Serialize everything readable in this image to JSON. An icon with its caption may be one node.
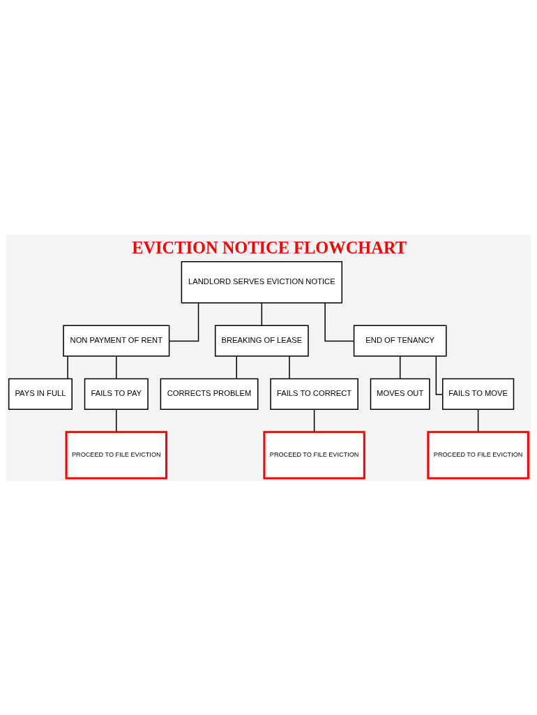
{
  "diagram": {
    "title": "EVICTION NOTICE FLOWCHART",
    "nodes": [
      {
        "text": [
          "LANDLORD SERVES EVICTION NOTICE"
        ]
      },
      {
        "text": [
          "NON PAYMENT OF RENT"
        ]
      },
      {
        "text": [
          "BREAKING OF LEASE"
        ]
      },
      {
        "text": [
          "END OF TENANCY"
        ]
      },
      {
        "text": [
          "PAYS IN FULL"
        ]
      },
      {
        "text": [
          "FAILS TO PAY"
        ]
      },
      {
        "text": [
          "CORRECTS PROBLEM"
        ]
      },
      {
        "text": [
          "FAILS TO CORRECT"
        ]
      },
      {
        "text": [
          "MOVES OUT"
        ]
      },
      {
        "text": [
          "FAILS TO MOVE"
        ]
      },
      {
        "text": [
          "PROCEED TO FILE EVICTION"
        ]
      },
      {
        "text": [
          "PROCEED TO FILE EVICTION"
        ]
      },
      {
        "text": [
          "PROCEED TO FILE EVICTION"
        ]
      }
    ],
    "edges": [
      {
        "from": 0,
        "to": 1,
        "arrow": "none"
      },
      {
        "from": 0,
        "to": 2,
        "arrow": "none"
      },
      {
        "from": 0,
        "to": 3,
        "arrow": "none"
      },
      {
        "from": 1,
        "to": 4,
        "arrow": "none"
      },
      {
        "from": 1,
        "to": 5,
        "arrow": "none"
      },
      {
        "from": 2,
        "to": 6,
        "arrow": "none"
      },
      {
        "from": 2,
        "to": 7,
        "arrow": "none"
      },
      {
        "from": 3,
        "to": 8,
        "arrow": "none"
      },
      {
        "from": 3,
        "to": 9,
        "arrow": "none"
      },
      {
        "from": 5,
        "to": 10,
        "arrow": "none"
      },
      {
        "from": 7,
        "to": 11,
        "arrow": "none"
      },
      {
        "from": 9,
        "to": 12,
        "arrow": "none"
      }
    ]
  }
}
